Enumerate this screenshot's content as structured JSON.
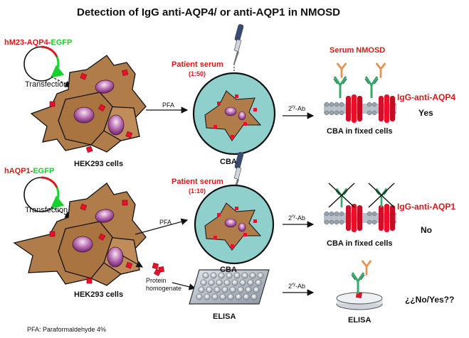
{
  "title": "Detection of  IgG anti-AQP4/ or anti-AQP1 in NMOSD",
  "panel_aqp4": {
    "plasmid_label_red": "hM23-AQP4-",
    "plasmid_label_green": "EGFP",
    "transfection": "Transfection",
    "cells_label": "HEK293 cells",
    "pfa": "PFA",
    "serum_label": "Patient serum",
    "serum_dilution": "(1:50)",
    "cba": "CBA",
    "secondary_ab": "2",
    "secondary_ab_sup": "ry",
    "secondary_ab_rest": "-Ab",
    "serum_nmosd": "Serum NMOSD",
    "antibody_label": "IgG-anti-AQP4",
    "result": "Yes",
    "cba_fixed": "CBA in fixed cells"
  },
  "panel_aqp1": {
    "plasmid_label_red": "hAQP1-",
    "plasmid_label_green": "EGFP",
    "transfection": "Transfection",
    "cells_label": "HEK293 cells",
    "pfa": "PFA",
    "serum_label": "Patient serum",
    "serum_dilution": "(1:10)",
    "cba": "CBA",
    "secondary_ab": "2",
    "secondary_ab_sup": "ry",
    "secondary_ab_rest": "-Ab",
    "antibody_label": "IgG-anti-AQP1",
    "result": "No",
    "cba_fixed": "CBA in fixed cells",
    "protein_homogenate": [
      "Protein",
      "homogenate"
    ],
    "elisa_plate": "ELISA",
    "elisa_secondary": "2",
    "elisa_secondary_sup": "ry",
    "elisa_secondary_rest": "-Ab",
    "elisa_well": "ELISA",
    "elisa_result": "¿¿No/Yes??"
  },
  "footnote": "PFA: Paraformaldehyde 4%",
  "colors": {
    "cell_fill": "#b07d4a",
    "nucleus": "#9a3d8e",
    "aqp_red": "#e8102a",
    "dish_fill": "#8fd0cc",
    "antibody_green": "#3aa86b",
    "antibody_orange": "#e8904a",
    "membrane_grey": "#9aa3ad",
    "title_red": "#d7191c",
    "egfp_green": "#19d12c"
  }
}
